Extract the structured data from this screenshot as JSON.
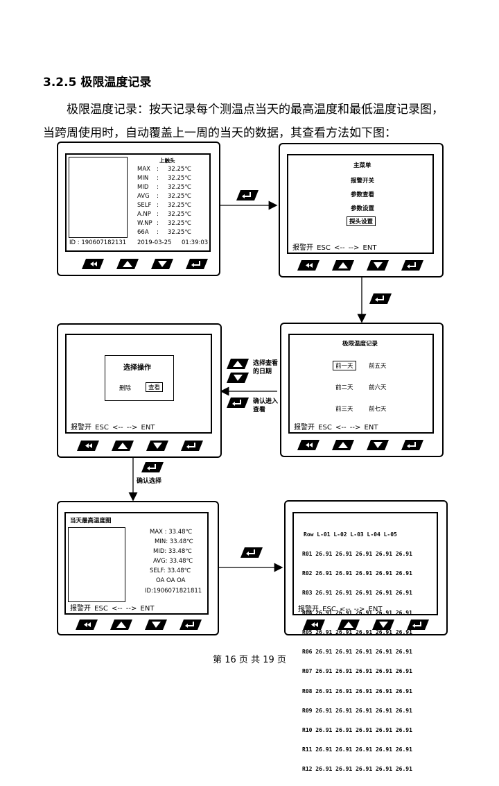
{
  "heading": "3.2.5  极限温度记录",
  "para1": "极限温度记录：按天记录每个测温点当天的最高温度和最低温度记录图，",
  "para2": "当跨周使用时，自动覆盖上一周的当天的数据，其查看方法如下图：",
  "footer": "第 16 页 共 19 页",
  "statusbar": "报警开  ESC  <--   -->   ENT",
  "icons": [
    "left-arrow-key-icon",
    "up-arrow-key-icon",
    "down-arrow-key-icon",
    "enter-key-icon"
  ],
  "screen1": {
    "title": "上触头",
    "rows": [
      {
        "k": "MAX",
        "v": "32.25℃"
      },
      {
        "k": "MIN",
        "v": "32.25℃"
      },
      {
        "k": "MID",
        "v": "32.25℃"
      },
      {
        "k": "AVG",
        "v": "32.25℃"
      },
      {
        "k": "SELF",
        "v": "32.25℃"
      },
      {
        "k": "A.NP",
        "v": "32.25℃"
      },
      {
        "k": "W.NP",
        "v": "32.25℃"
      },
      {
        "k": "66A",
        "v": "32.25℃"
      }
    ],
    "sep": ":",
    "id": "ID : 190607182131",
    "date": "2019-03-25",
    "time": "01:39:03"
  },
  "screen2": {
    "title": "主菜单",
    "items": [
      "报警开关",
      "参数查看",
      "参数设置",
      "探头设置"
    ]
  },
  "screen3": {
    "title": "极限温度记录",
    "days": [
      "前一天",
      "前五天",
      "前二天",
      "前六天",
      "前三天",
      "前七天"
    ]
  },
  "screen4": {
    "title": "选择操作",
    "delete": "删除",
    "view": "查看"
  },
  "screen5": {
    "title": "当天最高温度图",
    "rows": [
      "MAX : 33.48℃",
      "MIN: 33.48℃",
      "MID: 33.48℃",
      "AVG: 33.48℃",
      "SELF: 33.48℃",
      "OA  OA  OA",
      "ID:1906071821811"
    ]
  },
  "screen6": {
    "header": "Row L-01 L-02 L-03 L-04 L-05",
    "rows": [
      "R01 26.91 26.91 26.91 26.91 26.91",
      "R02 26.91 26.91 26.91 26.91 26.91",
      "R03 26.91 26.91 26.91 26.91 26.91",
      "R04 26.91 26.91 26.91 26.91 26.91",
      "R05 26.91 26.91 26.91 26.91 26.91",
      "R06 26.91 26.91 26.91 26.91 26.91",
      "R07 26.91 26.91 26.91 26.91 26.91",
      "R08 26.91 26.91 26.91 26.91 26.91",
      "R09 26.91 26.91 26.91 26.91 26.91",
      "R10 26.91 26.91 26.91 26.91 26.91",
      "R11 26.91 26.91 26.91 26.91 26.91",
      "R12 26.91 26.91 26.91 26.91 26.91"
    ]
  },
  "annotations": {
    "select_date": "选择查看的日期",
    "confirm_enter": "确认进入查看",
    "confirm_select": "确认选择"
  }
}
